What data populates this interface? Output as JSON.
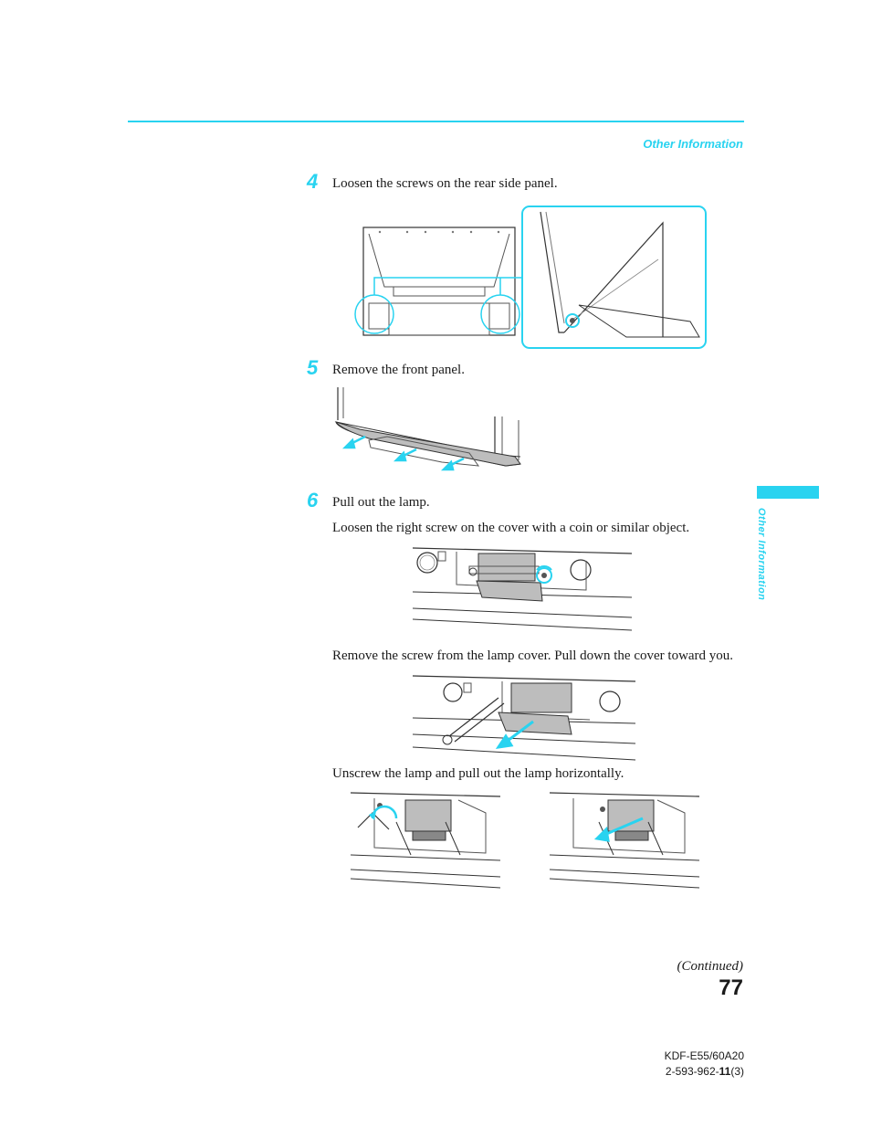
{
  "header": {
    "section_title": "Other Information",
    "side_tab_label": "Other Information"
  },
  "steps": [
    {
      "number": "4",
      "text": "Loosen the screws on the rear side panel."
    },
    {
      "number": "5",
      "text": "Remove the front panel."
    },
    {
      "number": "6",
      "text": "Pull out the lamp."
    }
  ],
  "substeps": [
    "Loosen the right screw on the cover with a coin or similar object.",
    "Remove the screw from the lamp cover. Pull down the cover toward you.",
    "Unscrew the lamp and pull out the lamp horizontally."
  ],
  "footer": {
    "continued": "(Continued)",
    "page_number": "77",
    "model": "KDF-E55/60A20",
    "part_prefix": "2-593-962-",
    "part_bold": "11",
    "part_suffix": "(3)"
  },
  "colors": {
    "accent": "#29d3f0",
    "line": "#333333",
    "gray": "#bdbdbd"
  }
}
